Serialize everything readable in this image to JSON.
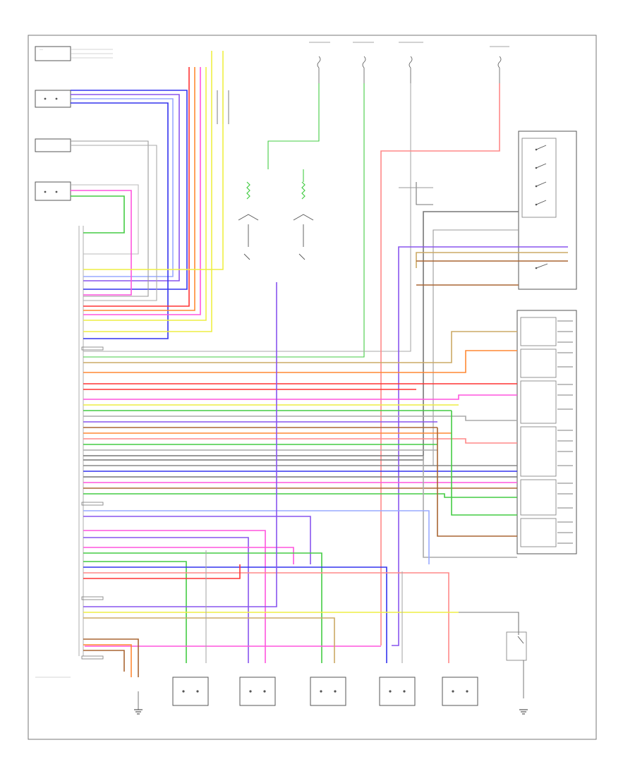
{
  "page_code": "",
  "colors": {
    "blue": "#3333ee",
    "red": "#ee2222",
    "pink": "#ff55dd",
    "green": "#44cc44",
    "yellow": "#eeee44",
    "orange": "#ff8833",
    "brown": "#aa6633",
    "gray": "#888888",
    "violet": "#8855ee",
    "lightblue": "#99aaff",
    "salmon": "#ff8888",
    "tan": "#ccaa66",
    "black": "#333333"
  },
  "components": [
    {
      "id": "top-left-connector",
      "name": ""
    },
    {
      "id": "left-switch-1",
      "name": ""
    },
    {
      "id": "left-switch-2",
      "name": ""
    },
    {
      "id": "left-switch-3",
      "name": ""
    },
    {
      "id": "seat-control-module",
      "name": ""
    },
    {
      "id": "fuse-1",
      "name": ""
    },
    {
      "id": "fuse-2",
      "name": ""
    },
    {
      "id": "fuse-3",
      "name": ""
    },
    {
      "id": "fuse-4",
      "name": ""
    },
    {
      "id": "memory-switch",
      "name": ""
    },
    {
      "id": "seat-switch-assembly",
      "name": ""
    },
    {
      "id": "motor-1",
      "name": ""
    },
    {
      "id": "motor-2",
      "name": ""
    },
    {
      "id": "motor-3",
      "name": ""
    },
    {
      "id": "motor-4",
      "name": ""
    },
    {
      "id": "motor-5",
      "name": ""
    },
    {
      "id": "door-switch",
      "name": ""
    },
    {
      "id": "ground-left",
      "name": ""
    },
    {
      "id": "ground-right",
      "name": ""
    }
  ]
}
